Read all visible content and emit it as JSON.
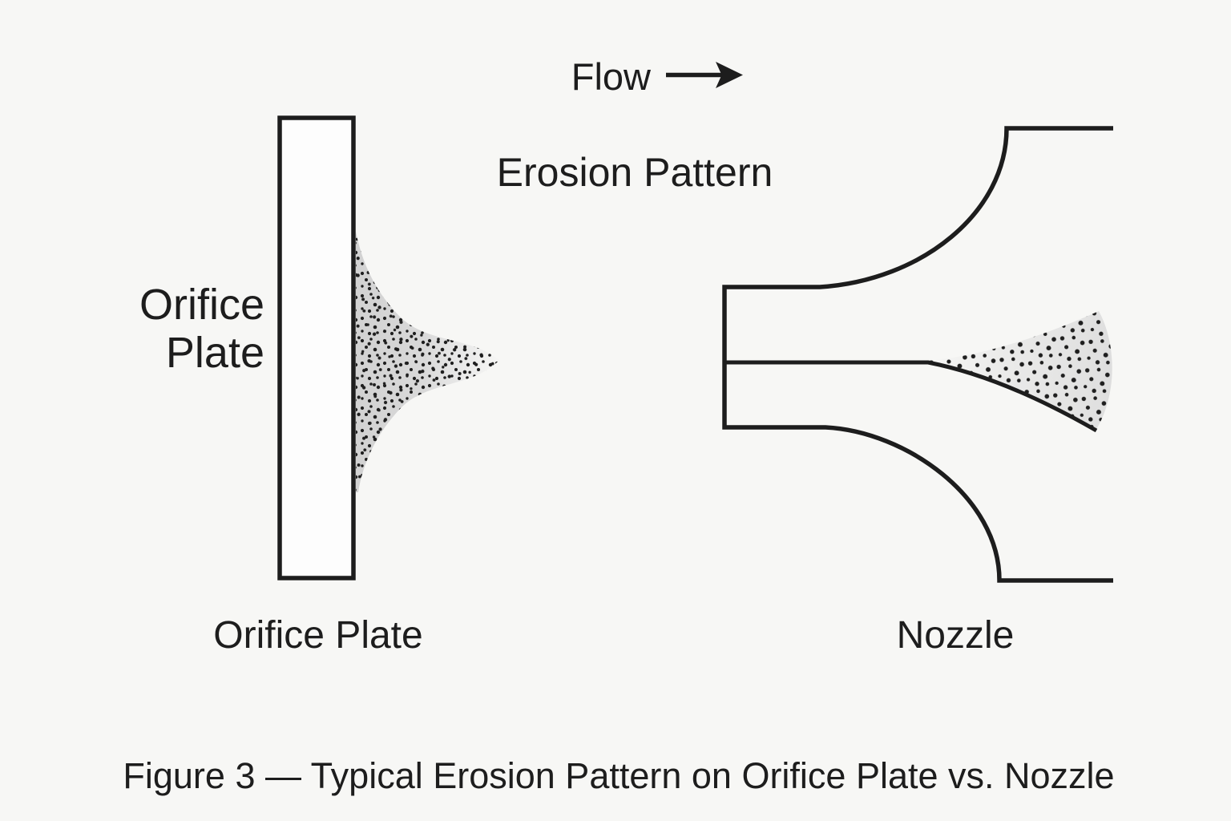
{
  "colors": {
    "background": "#f7f7f5",
    "ink": "#1d1d1d",
    "plate_fill": "#fdfdfd",
    "plume_gray": "#d2d2d2",
    "fan_gray": "#dcdcdc",
    "stipple_dot": "#1f1f1f"
  },
  "header": {
    "flow_label": "Flow",
    "erosion_pattern_label": "Erosion Pattern"
  },
  "orifice_figure": {
    "side_label_line1": "Orifice",
    "side_label_line2": "Plate",
    "caption": "Orifice Plate"
  },
  "nozzle_figure": {
    "caption": "Nozzle"
  },
  "figure_caption": "Figure 3 — Typical Erosion Pattern on Orifice Plate vs. Nozzle"
}
